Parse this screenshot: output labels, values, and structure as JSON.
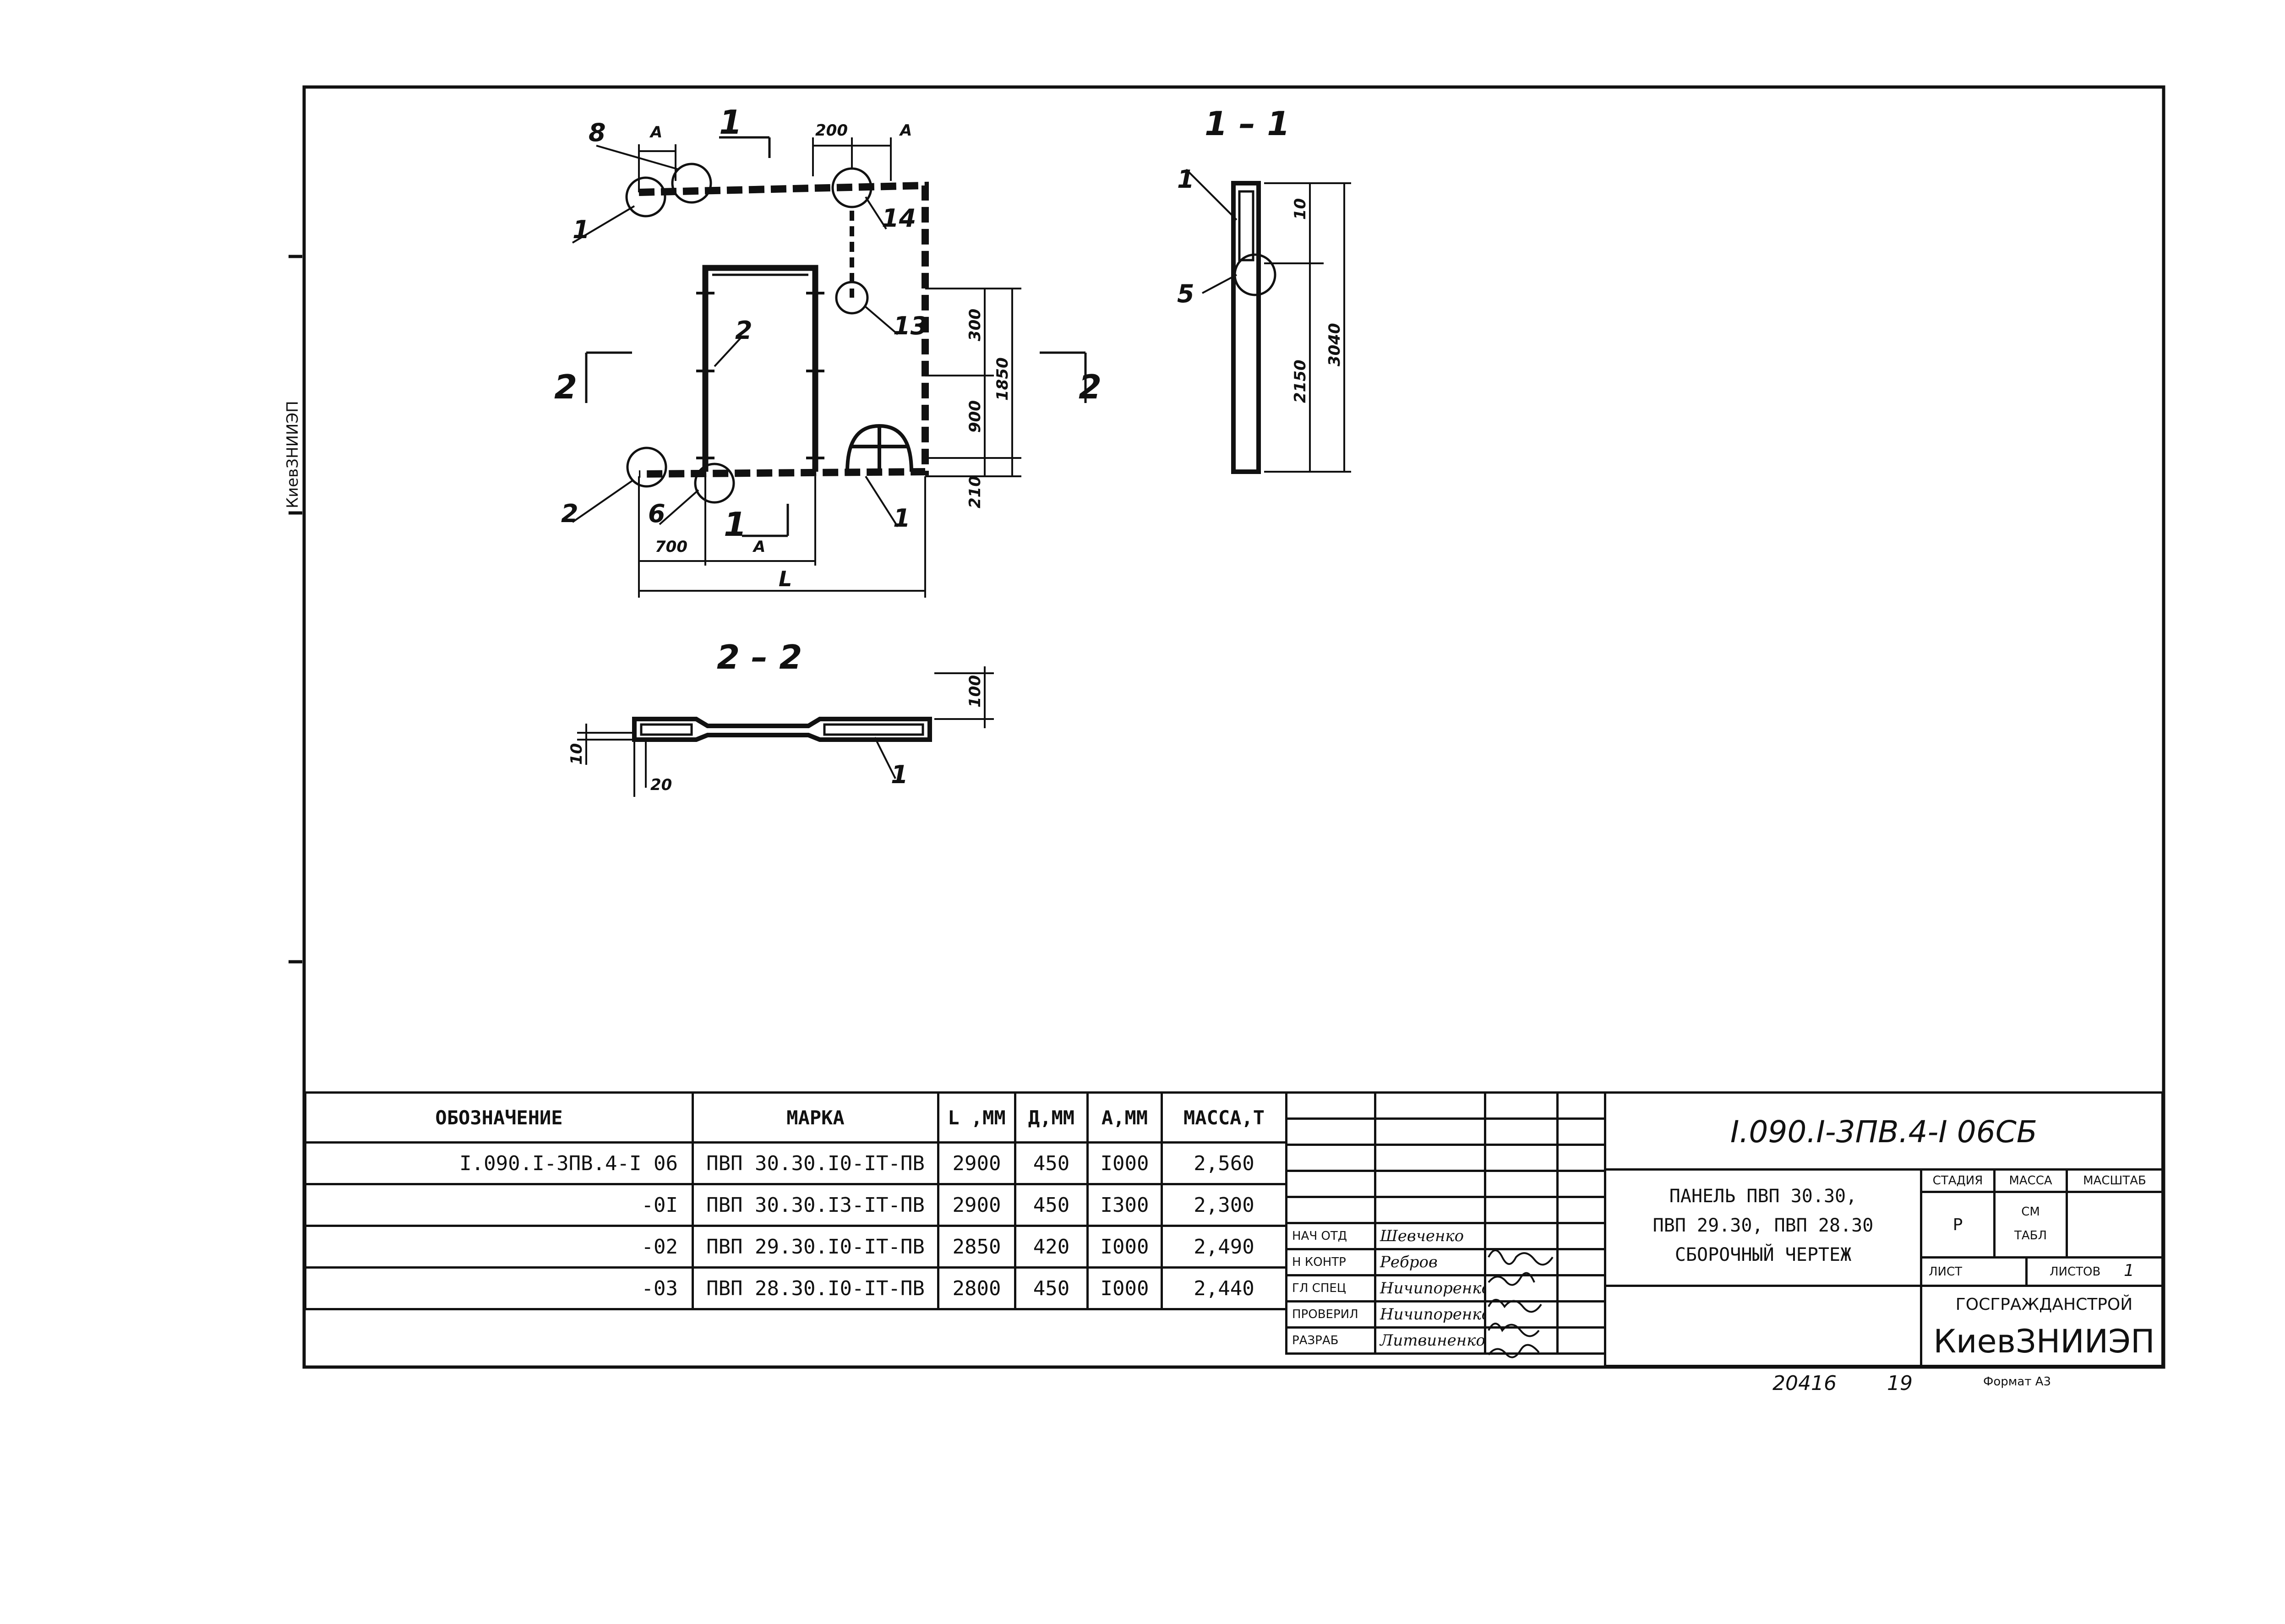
{
  "drawing": {
    "callouts": [
      "8",
      "1",
      "2",
      "14",
      "13",
      "6",
      "1",
      "5",
      "1",
      "2",
      "1"
    ],
    "section_marks": [
      "1",
      "1",
      "2",
      "2"
    ],
    "dim_labels": [
      "A",
      "200",
      "A",
      "300",
      "900",
      "1850",
      "210",
      "700",
      "A",
      "L",
      "10",
      "2150",
      "3040",
      "100",
      "10",
      "20"
    ],
    "section_titles": [
      "1 – 1",
      "2 – 2"
    ]
  },
  "spec_table": {
    "headers": [
      "ОБОЗНАЧЕНИЕ",
      "МАРКА",
      "L ,ММ",
      "Д,ММ",
      "А,ММ",
      "МАССА,Т"
    ],
    "rows": [
      [
        "I.090.I-3ПВ.4-I 06",
        "ПВП 30.30.I0-IT-ПВ",
        "2900",
        "450",
        "I000",
        "2,560"
      ],
      [
        "-0I",
        "ПВП 30.30.I3-IT-ПВ",
        "2900",
        "450",
        "I300",
        "2,300"
      ],
      [
        "-02",
        "ПВП 29.30.I0-IT-ПВ",
        "2850",
        "420",
        "I000",
        "2,490"
      ],
      [
        "-03",
        "ПВП 28.30.I0-IT-ПВ",
        "2800",
        "450",
        "I000",
        "2,440"
      ]
    ]
  },
  "signatures": [
    {
      "role": "НАЧ ОТД",
      "name": "Шевченко"
    },
    {
      "role": "Н КОНТР",
      "name": "Ребров"
    },
    {
      "role": "ГЛ СПЕЦ",
      "name": "Ничипоренко"
    },
    {
      "role": "ПРОВЕРИЛ",
      "name": "Ничипоренко"
    },
    {
      "role": "РАЗРАБ",
      "name": "Литвиненко"
    }
  ],
  "title_block": {
    "code": "I.090.I-3ПВ.4-I   06СБ",
    "title_lines": [
      "ПАНЕЛЬ ПВП 30.30,",
      "ПВП 29.30, ПВП 28.30",
      "СБОРОЧНЫЙ ЧЕРТЕЖ"
    ],
    "stage_label": "СТАДИЯ",
    "mass_label": "МАССА",
    "scale_label": "МАСШТАБ",
    "stage_value": "Р",
    "mass_value_1": "СМ",
    "mass_value_2": "ТАБЛ",
    "sheet_label": "ЛИСТ",
    "sheets_label": "ЛИСТОВ",
    "sheets_value": "1",
    "org_1": "ГОСГРАЖДАНСТРОЙ",
    "org_2": "КиевЗНИИЭП"
  },
  "footer": {
    "inventory": "20416",
    "sheet_no": "19",
    "format": "Формат А3"
  },
  "margin_stamp": "КиевЗНИИЭП"
}
